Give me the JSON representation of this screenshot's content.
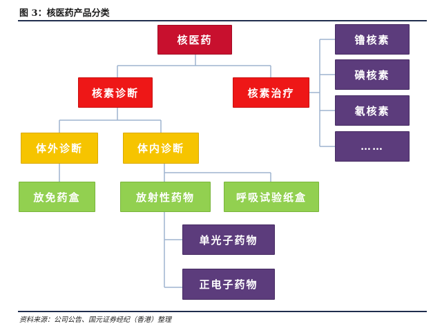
{
  "figure": {
    "title": "图 3：核医药产品分类",
    "source": "资料来源：公司公告、国元证券经纪（香港）整理"
  },
  "nodes": {
    "root": "核医药",
    "diagnosis": "核素诊断",
    "therapy": "核素治疗",
    "in_vitro": "体外诊断",
    "in_vivo": "体内诊断",
    "immuno_kit": "放免药盒",
    "radiopharma": "放射性药物",
    "breath_kit": "呼吸试验纸盒",
    "single_photon": "单光子药物",
    "positron": "正电子药物",
    "lutetium": "镥核素",
    "iodine": "碘核素",
    "radon": "氡核素",
    "more": "……"
  },
  "colors": {
    "root": "#c8102e",
    "level1": "#ee1717",
    "level2": "#f6c400",
    "level3": "#92d050",
    "leaf": "#5c3c7c",
    "connector": "#9db3cf"
  }
}
